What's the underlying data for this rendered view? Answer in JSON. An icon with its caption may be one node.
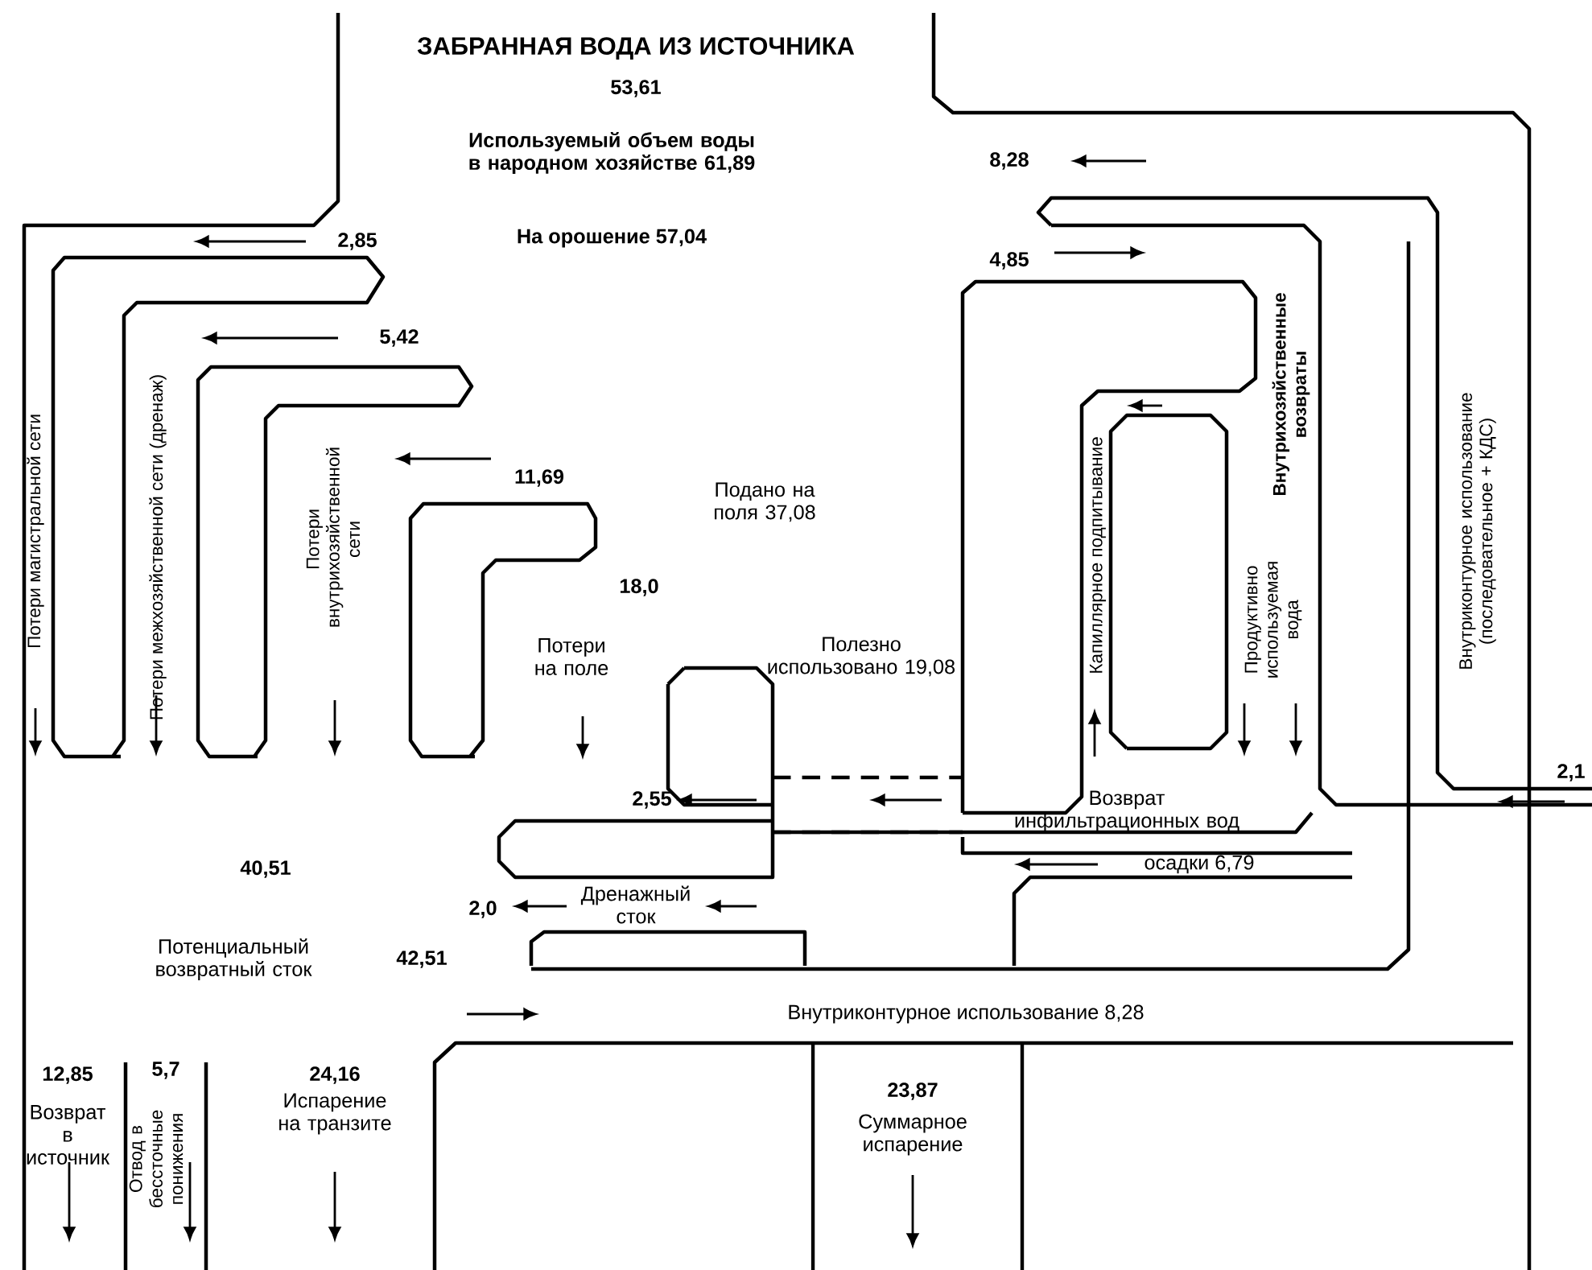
{
  "diagram": {
    "title": "ЗАБРАННАЯ ВОДА ИЗ ИСТОЧНИКА",
    "labels": [
      "53,61",
      "Используемый объем воды в народном хозяйстве 61,89",
      "На орошение 57,04",
      "8,28",
      "2,85",
      "4,85",
      "5,42",
      "Потери магистральной сети",
      "Потери межхозяйственной сети (дренаж)",
      "Потери внутрихозяйственной сети",
      "11,69",
      "Подано на поля 37,08",
      "18,0",
      "Потери на поле",
      "Полезно использовано 19,08",
      "Капиллярное подпитывание",
      "Внутрихозяйственные возвраты",
      "Продуктивно используемая вода",
      "Внутриконтурное использование (последовательное + КДС)",
      "2,55",
      "Возврат инфильтрационных вод",
      "2,0",
      "Дренажный сток",
      "осадки 6,79",
      "2,1",
      "40,51",
      "Потенциальный возвратный сток",
      "42,51",
      "5,7",
      "Отвод в бессточные понижения",
      "Внутриконтурное использование 8,28",
      "12,85",
      "Возврат в источник",
      "24,16",
      "Испарение на транзите",
      "23,87",
      "Суммарное испарение"
    ]
  }
}
